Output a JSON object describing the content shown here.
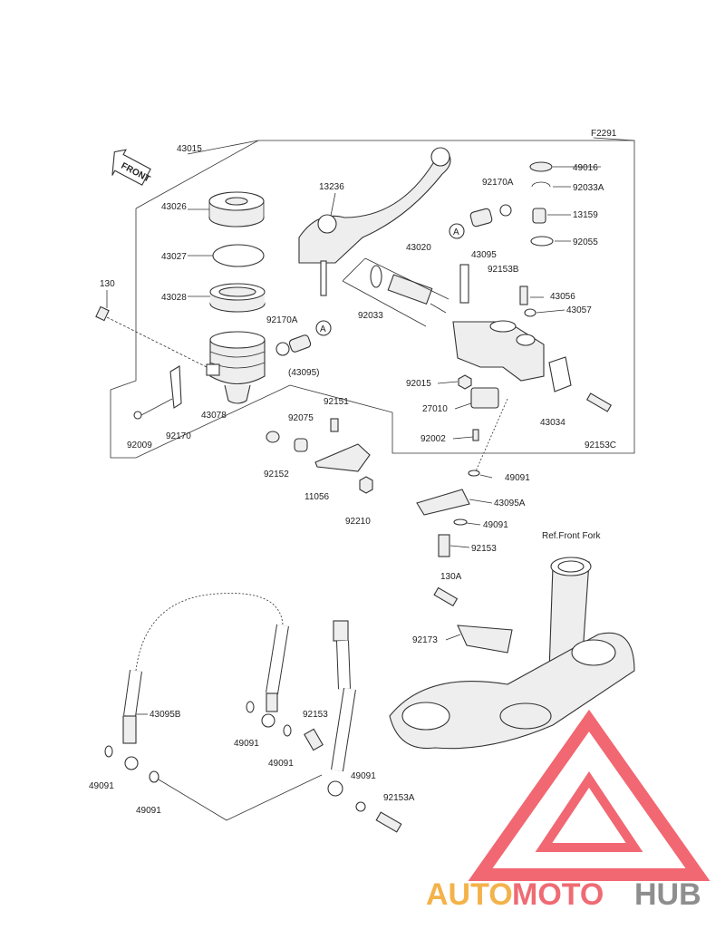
{
  "figure_code": "F2291",
  "front_label": "FRONT",
  "ref_label": "Ref.Front Fork",
  "callout_letter": "A",
  "parts": [
    {
      "id": "p43015",
      "text": "43015"
    },
    {
      "id": "p43026",
      "text": "43026"
    },
    {
      "id": "p43027",
      "text": "43027"
    },
    {
      "id": "p43028",
      "text": "43028"
    },
    {
      "id": "p130",
      "text": "130"
    },
    {
      "id": "p92170A_l",
      "text": "92170A"
    },
    {
      "id": "p43095_paren",
      "text": "(43095)"
    },
    {
      "id": "p43078",
      "text": "43078"
    },
    {
      "id": "p92009",
      "text": "92009"
    },
    {
      "id": "p92170",
      "text": "92170"
    },
    {
      "id": "p13236",
      "text": "13236"
    },
    {
      "id": "p43020",
      "text": "43020"
    },
    {
      "id": "p92033",
      "text": "92033"
    },
    {
      "id": "p92170A_r",
      "text": "92170A"
    },
    {
      "id": "p43095",
      "text": "43095"
    },
    {
      "id": "p49016",
      "text": "49016"
    },
    {
      "id": "p92033A",
      "text": "92033A"
    },
    {
      "id": "p13159",
      "text": "13159"
    },
    {
      "id": "p92055",
      "text": "92055"
    },
    {
      "id": "p92153B",
      "text": "92153B"
    },
    {
      "id": "p43056",
      "text": "43056"
    },
    {
      "id": "p43057",
      "text": "43057"
    },
    {
      "id": "p92015",
      "text": "92015"
    },
    {
      "id": "p27010",
      "text": "27010"
    },
    {
      "id": "p92002",
      "text": "92002"
    },
    {
      "id": "p43034",
      "text": "43034"
    },
    {
      "id": "p92153C",
      "text": "92153C"
    },
    {
      "id": "p92151",
      "text": "92151"
    },
    {
      "id": "p92075",
      "text": "92075"
    },
    {
      "id": "p92152",
      "text": "92152"
    },
    {
      "id": "p11056",
      "text": "11056"
    },
    {
      "id": "p92210",
      "text": "92210"
    },
    {
      "id": "p49091_a",
      "text": "49091"
    },
    {
      "id": "p43095A",
      "text": "43095A"
    },
    {
      "id": "p49091_b",
      "text": "49091"
    },
    {
      "id": "p92153_a",
      "text": "92153"
    },
    {
      "id": "p130A",
      "text": "130A"
    },
    {
      "id": "p92173",
      "text": "92173"
    },
    {
      "id": "p43095B",
      "text": "43095B"
    },
    {
      "id": "p49091_c",
      "text": "49091"
    },
    {
      "id": "p92153_b",
      "text": "92153"
    },
    {
      "id": "p49091_d",
      "text": "49091"
    },
    {
      "id": "p49091_e",
      "text": "49091"
    },
    {
      "id": "p49091_f",
      "text": "49091"
    },
    {
      "id": "p49091_g",
      "text": "49091"
    },
    {
      "id": "p92153A",
      "text": "92153A"
    }
  ],
  "watermark": {
    "part1": "AUTO",
    "part2": "MOTO",
    "part3": "HUB",
    "color1": "#f3b24a",
    "color2": "#ef6b73",
    "color3": "#8e8e8e",
    "logo_color": "#ef4d5a"
  }
}
